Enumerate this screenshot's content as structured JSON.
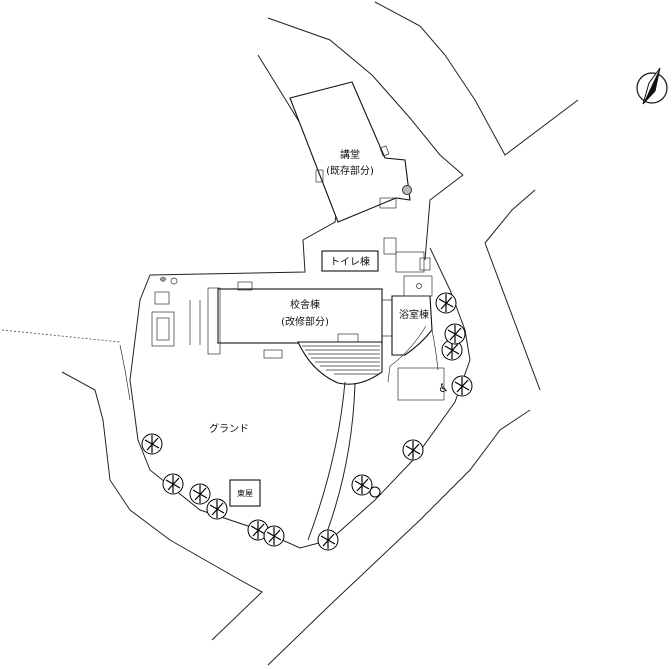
{
  "labels": {
    "auditorium": "講堂",
    "auditorium_note": "(既存部分)",
    "toilet": "トイレ棟",
    "school": "校舎棟",
    "school_note": "(改修部分)",
    "bath": "浴室棟",
    "ground": "グランド",
    "gazebo": "東屋"
  },
  "compass": {
    "icon": "north-arrow-icon"
  },
  "colors": {
    "line": "#222222",
    "fill": "#ffffff"
  }
}
